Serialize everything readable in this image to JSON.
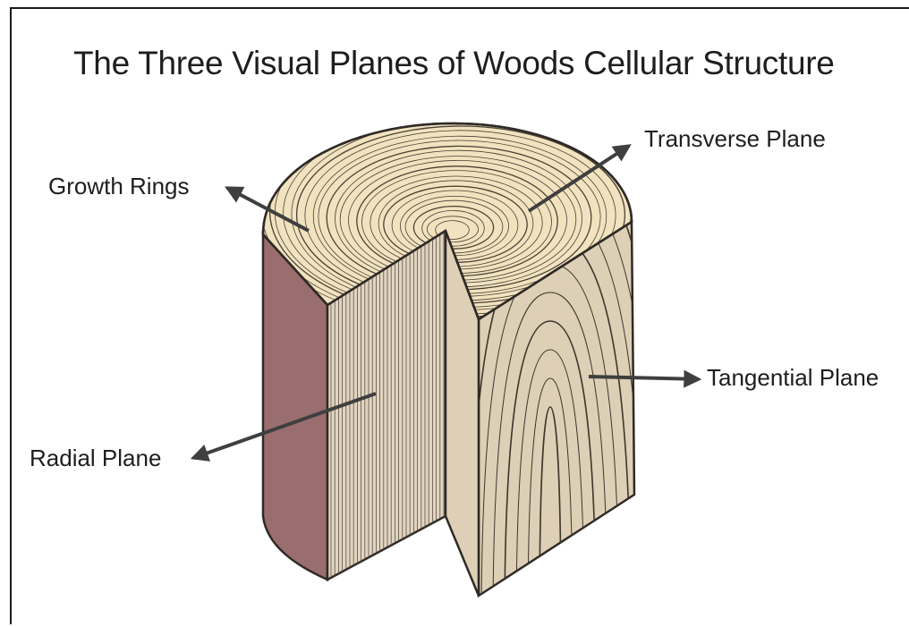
{
  "title": "The Three Visual Planes of Woods Cellular Structure",
  "labels": {
    "growth_rings": "Growth Rings",
    "transverse": "Transverse Plane",
    "tangential": "Tangential Plane",
    "radial": "Radial Plane"
  },
  "colors": {
    "top_face": "#f1e3bf",
    "ring_lines": "#4a4035",
    "radial_face": "#e2d5c0",
    "tangential_face": "#ddd0b6",
    "bark_side": "#9a6e6e",
    "outline": "#2e2a26",
    "arrow": "#3f3f3f"
  }
}
